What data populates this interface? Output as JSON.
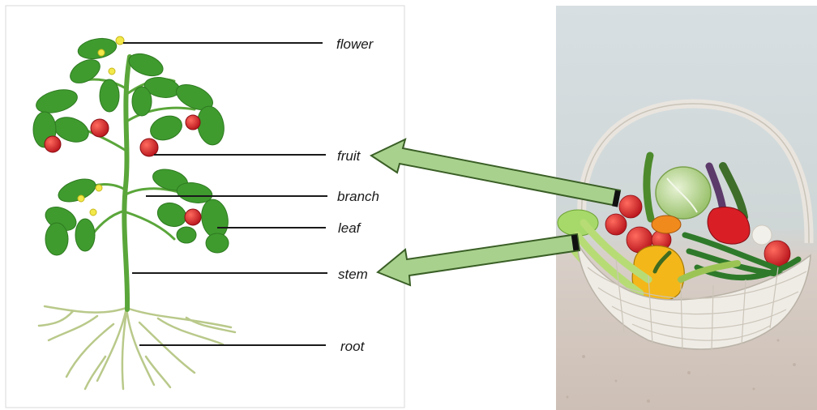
{
  "diagram": {
    "labels": {
      "flower": "flower",
      "fruit": "fruit",
      "branch": "branch",
      "leaf": "leaf",
      "stem": "stem",
      "root": "root"
    }
  },
  "colors": {
    "arrow_fill": "#a9d18e",
    "arrow_stroke": "#3a5f26",
    "leader_line": "#1a1a1a",
    "leaf_green": "#3f9b2e",
    "tomato_red": "#d3202a",
    "basket": "#efece6"
  }
}
